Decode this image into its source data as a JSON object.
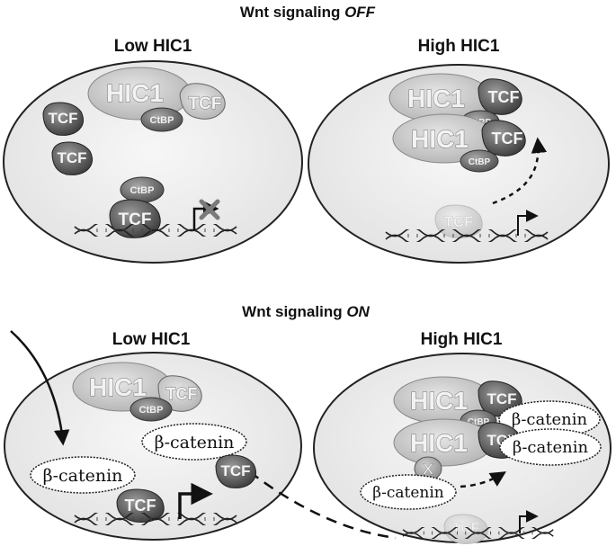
{
  "titles": {
    "off_prefix": "Wnt signaling ",
    "off_state": "OFF",
    "on_prefix": "Wnt signaling ",
    "on_state": "ON"
  },
  "panels": {
    "off_low": "Low HIC1",
    "off_high": "High HIC1",
    "on_low": "Low HIC1",
    "on_high": "High HIC1"
  },
  "labels": {
    "hic1": "HIC1",
    "tcf": "TCF",
    "ctbp": "CtBP",
    "beta_catenin": "β-catenin",
    "x": "X"
  },
  "colors": {
    "ellipse_fill": "#eeeeee",
    "tcf_dark": "#555555",
    "hic1_light": "#d2d2d2",
    "ctbp_mid": "#777777"
  }
}
